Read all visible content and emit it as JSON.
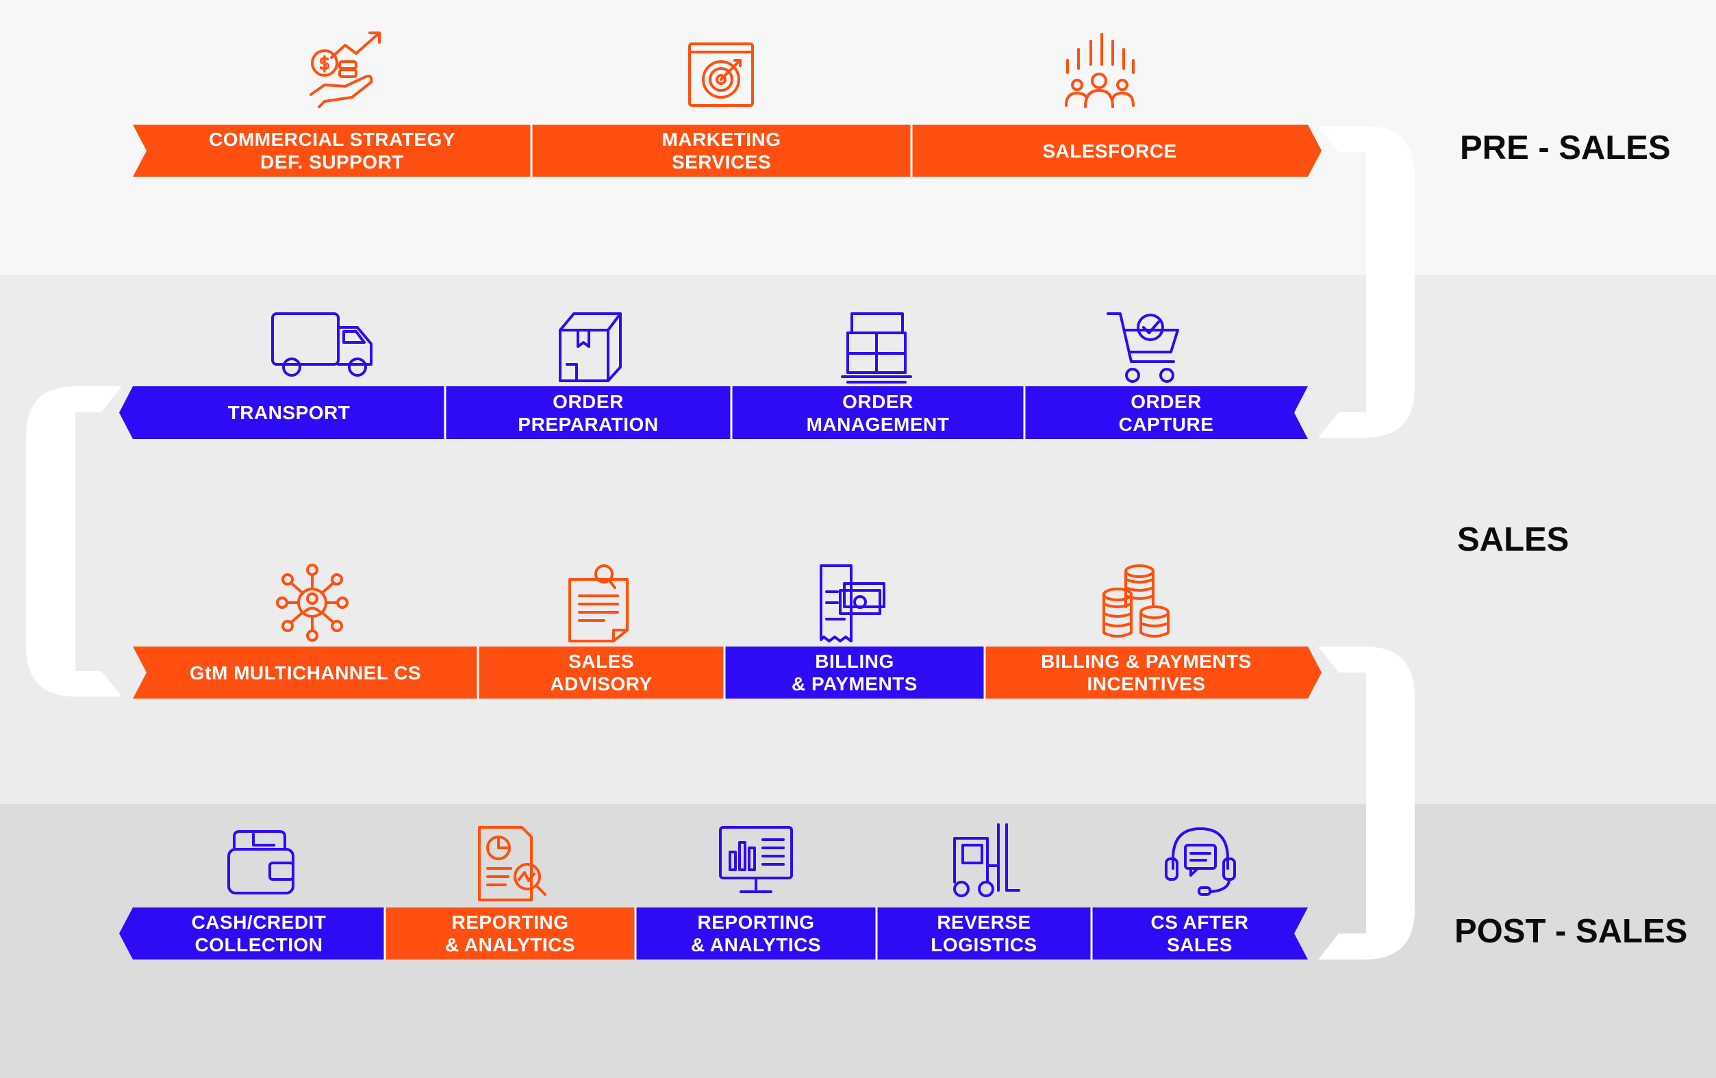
{
  "colors": {
    "orange": "#FF5011",
    "blue": "#2E0BF5",
    "connector": "#ffffff"
  },
  "phases": {
    "pre_sales": "PRE - SALES",
    "sales": "SALES",
    "post_sales": "POST - SALES"
  },
  "rows": [
    {
      "direction": "right",
      "segments": [
        {
          "label": "COMMERCIAL STRATEGY\nDEF. SUPPORT",
          "color": "orange",
          "icon": "money-hand-growth-icon"
        },
        {
          "label": "MARKETING\nSERVICES",
          "color": "orange",
          "icon": "target-browser-icon"
        },
        {
          "label": "SALESFORCE",
          "color": "orange",
          "icon": "team-growth-icon"
        }
      ]
    },
    {
      "direction": "left",
      "segments": [
        {
          "label": "TRANSPORT",
          "color": "blue",
          "icon": "truck-icon"
        },
        {
          "label": "ORDER\nPREPARATION",
          "color": "blue",
          "icon": "package-icon"
        },
        {
          "label": "ORDER\nMANAGEMENT",
          "color": "blue",
          "icon": "pallet-boxes-icon"
        },
        {
          "label": "ORDER\nCAPTURE",
          "color": "blue",
          "icon": "cart-check-icon"
        }
      ]
    },
    {
      "direction": "right",
      "segments": [
        {
          "label": "GtM MULTICHANNEL CS",
          "color": "orange",
          "icon": "network-person-icon"
        },
        {
          "label": "SALES\nADVISORY",
          "color": "orange",
          "icon": "document-search-icon"
        },
        {
          "label": "BILLING\n& PAYMENTS",
          "color": "blue",
          "icon": "receipt-cash-icon"
        },
        {
          "label": "BILLING & PAYMENTS\nINCENTIVES",
          "color": "orange",
          "icon": "coin-stacks-icon"
        }
      ]
    },
    {
      "direction": "left",
      "segments": [
        {
          "label": "CASH/CREDIT\nCOLLECTION",
          "color": "blue",
          "icon": "wallet-icon"
        },
        {
          "label": "REPORTING\n& ANALYTICS",
          "color": "orange",
          "icon": "report-magnifier-icon"
        },
        {
          "label": "REPORTING\n& ANALYTICS",
          "color": "blue",
          "icon": "monitor-dashboard-icon"
        },
        {
          "label": "REVERSE\nLOGISTICS",
          "color": "blue",
          "icon": "forklift-icon"
        },
        {
          "label": "CS AFTER\nSALES",
          "color": "blue",
          "icon": "headset-chat-icon"
        }
      ]
    }
  ]
}
